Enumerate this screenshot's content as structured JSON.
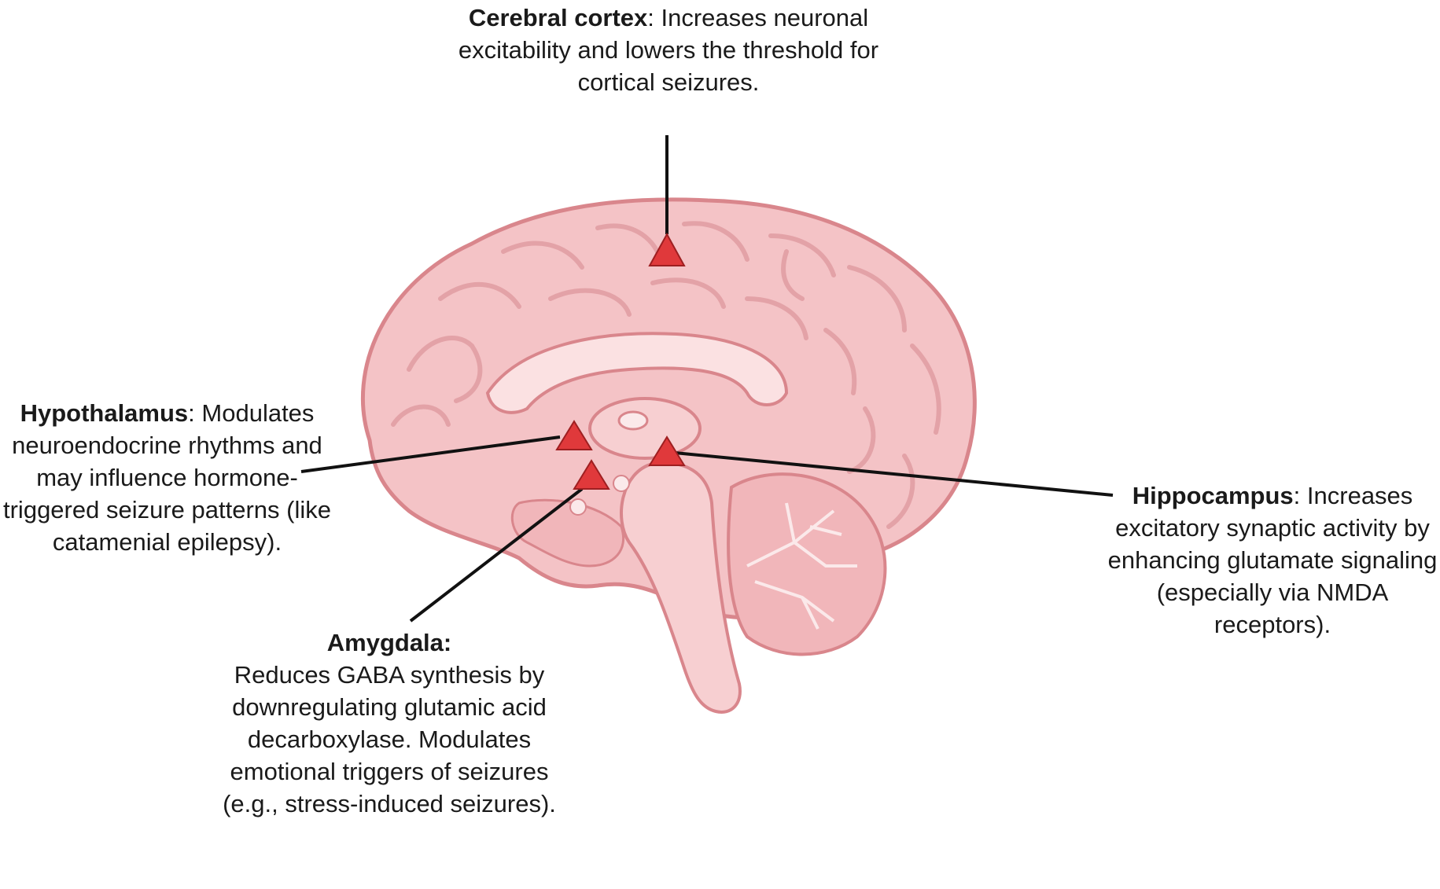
{
  "labels": {
    "cortex": {
      "title": "Cerebral cortex",
      "text": ": Increases neuronal excitability and lowers the threshold for cortical seizures."
    },
    "hypothalamus": {
      "title": "Hypothalamus",
      "text": ": Modulates neuroendocrine rhythms and may influence hormone-triggered seizure patterns (like catamenial epilepsy)."
    },
    "amygdala": {
      "title": "Amygdala:",
      "text": "Reduces GABA synthesis by downregulating glutamic acid decarboxylase. Modulates emotional triggers of seizures (e.g., stress-induced seizures)."
    },
    "hippocampus": {
      "title": "Hippocampus",
      "text": ": Increases excitatory synaptic activity by enhancing glutamate signaling (especially via NMDA receptors)."
    }
  },
  "colors": {
    "brain_fill": "#f4c3c6",
    "brain_outline": "#d9868c",
    "marker": "#e0393b",
    "leader": "#111111"
  },
  "icons": [
    "brain-sagittal-illustration",
    "triangle-marker-icon"
  ]
}
